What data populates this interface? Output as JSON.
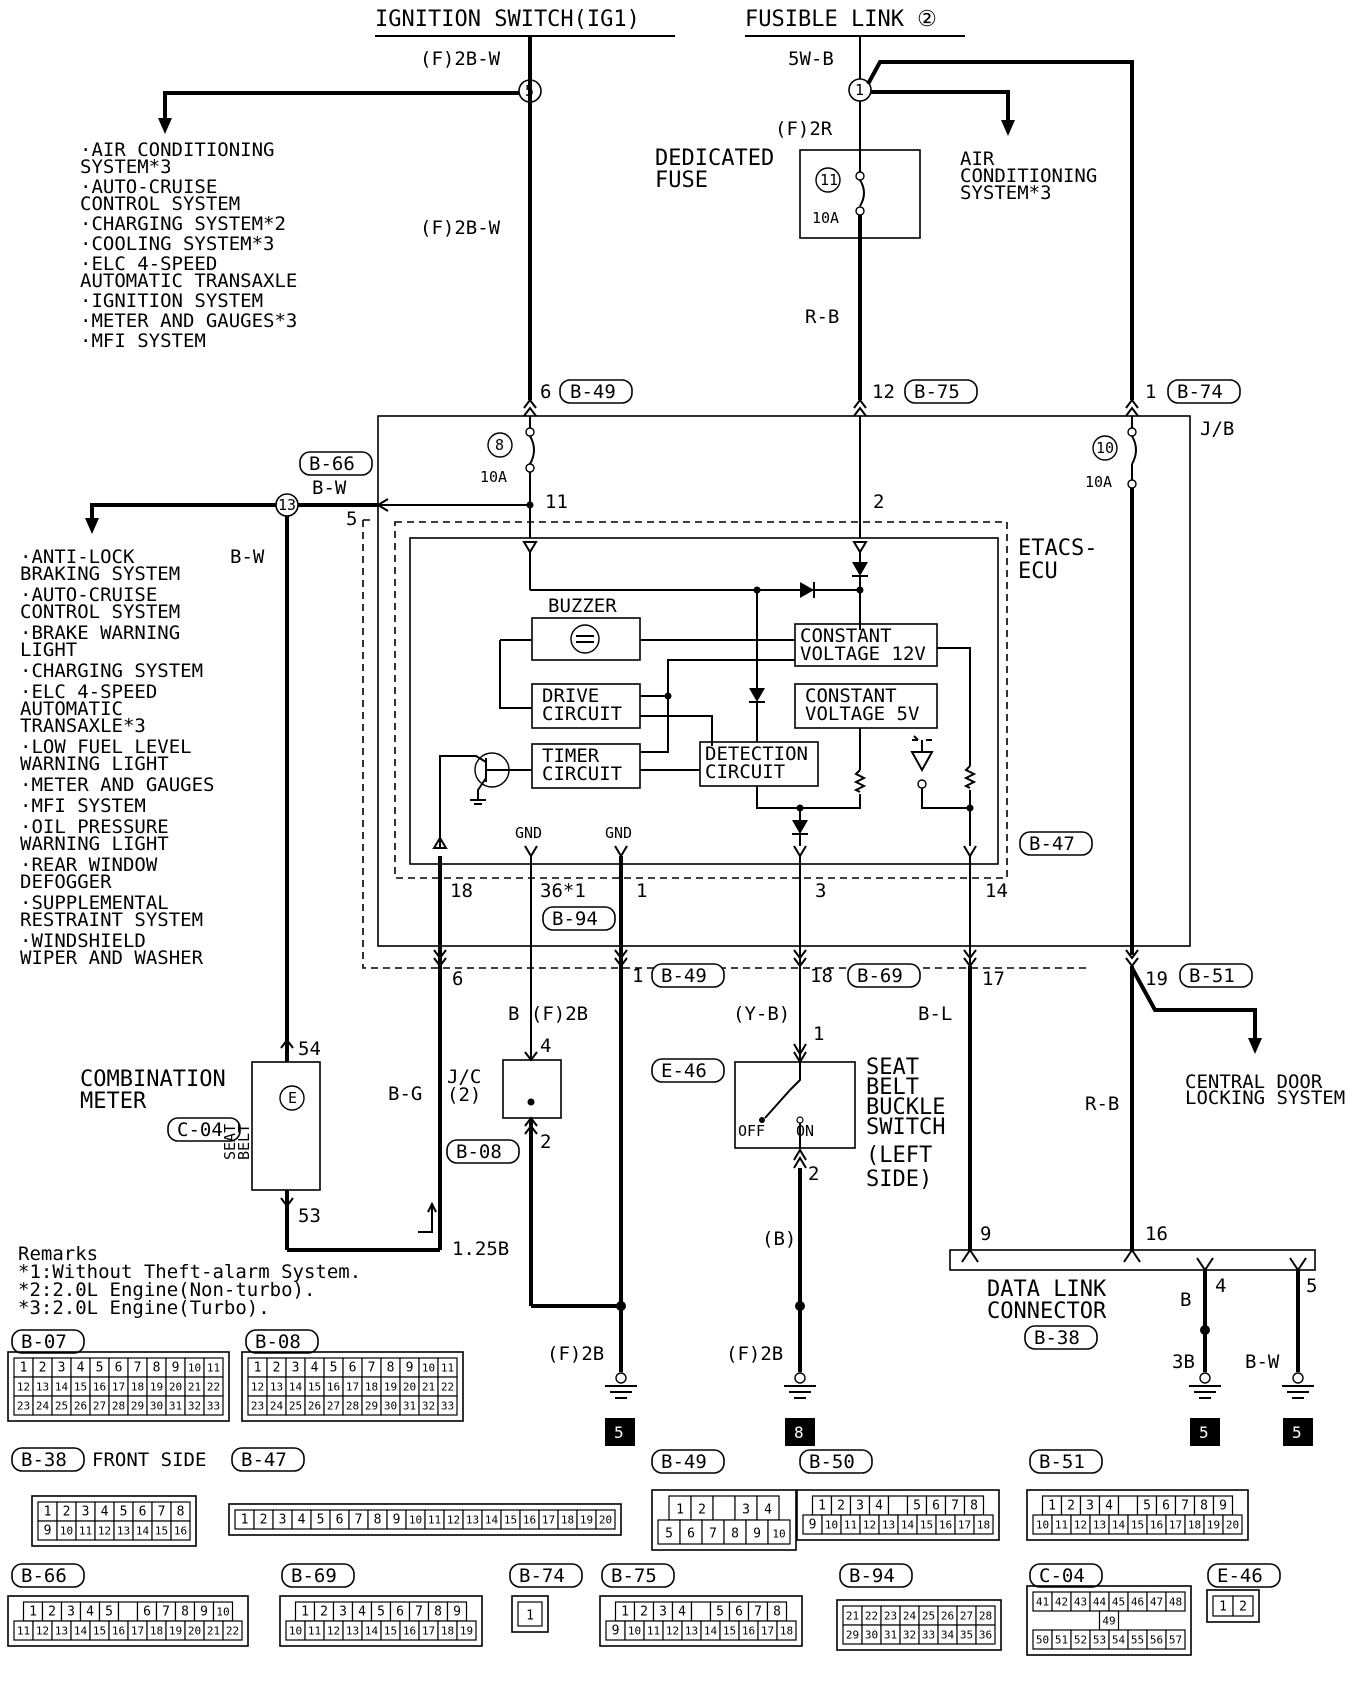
{
  "top_sources": {
    "ignition_switch": "IGNITION SWITCH(IG1)",
    "fusible_link": "FUSIBLE LINK ②"
  },
  "wires": {
    "f_2bw": "(F)2B-W",
    "f_2bw_2": "(F)2B-W",
    "w_5wb": "5W-B",
    "f_2r": "(F)2R",
    "rb": "R-B",
    "bw": "B-W",
    "bw_2": "B-W",
    "b_f2b": "B (F)2B",
    "yb": "(Y-B)",
    "bl": "B-L",
    "rb_2": "R-B",
    "bg": "B-G",
    "b125": "1.25B",
    "b_paren": "(B)",
    "f2b_a": "(F)2B",
    "f2b_b": "(F)2B",
    "b_dl": "B",
    "b3": "3B",
    "bw_dl": "B-W"
  },
  "splices": {
    "s5": "5",
    "s1": "1",
    "s13": "13"
  },
  "fuses": {
    "dedicated": {
      "label_1": "DEDICATED",
      "label_2": "FUSE",
      "num": "11",
      "amp": "10A"
    },
    "f8": {
      "num": "8",
      "amp": "10A"
    },
    "f10": {
      "num": "10",
      "amp": "10A"
    }
  },
  "left_list_1": [
    [
      "·AIR CONDITIONING",
      " SYSTEM*3"
    ],
    [
      "·AUTO-CRUISE",
      " CONTROL SYSTEM"
    ],
    [
      "·CHARGING SYSTEM*2"
    ],
    [
      "·COOLING SYSTEM*3"
    ],
    [
      "·ELC 4-SPEED",
      " AUTOMATIC TRANSAXLE"
    ],
    [
      "·IGNITION SYSTEM"
    ],
    [
      "·METER AND GAUGES*3"
    ],
    [
      "·MFI SYSTEM"
    ]
  ],
  "left_list_2": [
    [
      "·ANTI-LOCK",
      " BRAKING SYSTEM"
    ],
    [
      "·AUTO-CRUISE",
      " CONTROL SYSTEM"
    ],
    [
      "·BRAKE WARNING",
      " LIGHT"
    ],
    [
      "·CHARGING SYSTEM"
    ],
    [
      "·ELC 4-SPEED",
      " AUTOMATIC",
      " TRANSAXLE*3"
    ],
    [
      "·LOW FUEL LEVEL",
      " WARNING LIGHT"
    ],
    [
      "·METER AND GAUGES"
    ],
    [
      "·MFI SYSTEM"
    ],
    [
      "·OIL PRESSURE",
      " WARNING LIGHT"
    ],
    [
      "·REAR WINDOW",
      " DEFOGGER"
    ],
    [
      "·SUPPLEMENTAL",
      " RESTRAINT SYSTEM"
    ],
    [
      "·WINDSHIELD",
      " WIPER AND WASHER"
    ]
  ],
  "right_labels": {
    "ac_1": "AIR",
    "ac_2": "CONDITIONING",
    "ac_3": "SYSTEM*3",
    "cdl_1": "CENTRAL DOOR",
    "cdl_2": "LOCKING SYSTEM"
  },
  "jb": {
    "label": "J/B"
  },
  "ecu": {
    "label_1": "ETACS-",
    "label_2": "ECU",
    "buzzer": "BUZZER",
    "cv12_1": "CONSTANT",
    "cv12_2": "VOLTAGE 12V",
    "drive_1": "DRIVE",
    "drive_2": "CIRCUIT",
    "cv5_1": "CONSTANT",
    "cv5_2": "VOLTAGE 5V",
    "timer_1": "TIMER",
    "timer_2": "CIRCUIT",
    "detect_1": "DETECTION",
    "detect_2": "CIRCUIT",
    "gnd_1": "GND",
    "gnd_2": "GND"
  },
  "pins": {
    "p6_top": "6",
    "p12_top": "12",
    "p1_top": "1",
    "p11": "11",
    "p2": "2",
    "p5": "5",
    "p18": "18",
    "p36": "36*1",
    "p1b": "1",
    "p3": "3",
    "p14": "14",
    "p6b": "6",
    "p1c": "1",
    "p18b": "18",
    "p17": "17",
    "p19": "19",
    "p54": "54",
    "p53": "53",
    "p4": "4",
    "p2jc": "2",
    "p1sw": "1",
    "p2sw": "2",
    "p9": "9",
    "p16": "16",
    "p4dl": "4",
    "p5dl": "5"
  },
  "tags": {
    "t_b49a": "B-49",
    "t_b75": "B-75",
    "t_b74": "B-74",
    "t_b66": "B-66",
    "t_b47": "B-47",
    "t_b94": "B-94",
    "t_b49b": "B-49",
    "t_b69": "B-69",
    "t_b51": "B-51",
    "t_e46": "E-46",
    "t_c04": "C-04",
    "t_b08": "B-08",
    "t_b38": "B-38"
  },
  "components": {
    "combo_1": "COMBINATION",
    "combo_2": "METER",
    "seat_belt_1": "SEAT",
    "seat_belt_2": "BELT",
    "jc_1": "J/C",
    "jc_2": "(2)",
    "buckle_1": "SEAT",
    "buckle_2": "BELT",
    "buckle_3": "BUCKLE",
    "buckle_4": "SWITCH",
    "buckle_5": "(LEFT",
    "buckle_6": "SIDE)",
    "off": "OFF",
    "on": "ON",
    "dlc_1": "DATA LINK",
    "dlc_2": "CONNECTOR"
  },
  "grounds": {
    "g1": "5",
    "g2": "8",
    "g3": "5",
    "g4": "5"
  },
  "remarks": {
    "title": "Remarks",
    "lines": [
      "*1:Without Theft-alarm System.",
      "*2:2.0L Engine(Non-turbo).",
      "*3:2.0L Engine(Turbo)."
    ]
  },
  "connectors": {
    "b07": {
      "tag": "B-07",
      "rows": [
        [
          "1",
          "2",
          "3",
          "4",
          "5",
          "6",
          "7",
          "8",
          "9",
          "10",
          "11"
        ],
        [
          "12",
          "13",
          "14",
          "15",
          "16",
          "17",
          "18",
          "19",
          "20",
          "21",
          "22"
        ],
        [
          "23",
          "24",
          "25",
          "26",
          "27",
          "28",
          "29",
          "30",
          "31",
          "32",
          "33"
        ]
      ]
    },
    "b08": {
      "tag": "B-08",
      "rows": [
        [
          "1",
          "2",
          "3",
          "4",
          "5",
          "6",
          "7",
          "8",
          "9",
          "10",
          "11"
        ],
        [
          "12",
          "13",
          "14",
          "15",
          "16",
          "17",
          "18",
          "19",
          "20",
          "21",
          "22"
        ],
        [
          "23",
          "24",
          "25",
          "26",
          "27",
          "28",
          "29",
          "30",
          "31",
          "32",
          "33"
        ]
      ]
    },
    "b38": {
      "tag": "B-38",
      "note": "FRONT SIDE",
      "rows": [
        [
          "1",
          "2",
          "3",
          "4",
          "5",
          "6",
          "7",
          "8"
        ],
        [
          "9",
          "10",
          "11",
          "12",
          "13",
          "14",
          "15",
          "16"
        ]
      ]
    },
    "b47": {
      "tag": "B-47",
      "rows": [
        [
          "1",
          "2",
          "3",
          "4",
          "5",
          "6",
          "7",
          "8",
          "9",
          "10",
          "11",
          "12",
          "13",
          "14",
          "15",
          "16",
          "17",
          "18",
          "19",
          "20"
        ]
      ]
    },
    "b49": {
      "tag": "B-49",
      "rows": [
        [
          "1",
          "2",
          "",
          "3",
          "4"
        ],
        [
          "5",
          "6",
          "7",
          "8",
          "9",
          "10"
        ]
      ]
    },
    "b50": {
      "tag": "B-50",
      "rows": [
        [
          "1",
          "2",
          "3",
          "4",
          "",
          "5",
          "6",
          "7",
          "8"
        ],
        [
          "9",
          "10",
          "11",
          "12",
          "13",
          "14",
          "15",
          "16",
          "17",
          "18"
        ]
      ]
    },
    "b51": {
      "tag": "B-51",
      "rows": [
        [
          "1",
          "2",
          "3",
          "4",
          "",
          "5",
          "6",
          "7",
          "8",
          "9"
        ],
        [
          "10",
          "11",
          "12",
          "13",
          "14",
          "15",
          "16",
          "17",
          "18",
          "19",
          "20"
        ]
      ]
    },
    "b66": {
      "tag": "B-66",
      "rows": [
        [
          "1",
          "2",
          "3",
          "4",
          "5",
          "",
          "6",
          "7",
          "8",
          "9",
          "10"
        ],
        [
          "11",
          "12",
          "13",
          "14",
          "15",
          "16",
          "17",
          "18",
          "19",
          "20",
          "21",
          "22"
        ]
      ]
    },
    "b69": {
      "tag": "B-69",
      "rows": [
        [
          "1",
          "2",
          "3",
          "4",
          "5",
          "6",
          "7",
          "8",
          "9"
        ],
        [
          "10",
          "11",
          "12",
          "13",
          "14",
          "15",
          "16",
          "17",
          "18",
          "19"
        ]
      ]
    },
    "b74": {
      "tag": "B-74",
      "rows": [
        [
          "1"
        ]
      ]
    },
    "b75": {
      "tag": "B-75",
      "rows": [
        [
          "1",
          "2",
          "3",
          "4",
          "",
          "5",
          "6",
          "7",
          "8"
        ],
        [
          "9",
          "10",
          "11",
          "12",
          "13",
          "14",
          "15",
          "16",
          "17",
          "18"
        ]
      ]
    },
    "b94": {
      "tag": "B-94",
      "rows": [
        [
          "21",
          "22",
          "23",
          "24",
          "25",
          "26",
          "27",
          "28"
        ],
        [
          "29",
          "30",
          "31",
          "32",
          "33",
          "34",
          "35",
          "36"
        ]
      ]
    },
    "c04": {
      "tag": "C-04",
      "rows": [
        [
          "41",
          "42",
          "43",
          "44",
          "45",
          "46",
          "47",
          "48"
        ],
        [
          "49"
        ],
        [
          "50",
          "51",
          "52",
          "53",
          "54",
          "55",
          "56",
          "57"
        ]
      ]
    },
    "e46": {
      "tag": "E-46",
      "rows": [
        [
          "1",
          "2"
        ]
      ]
    }
  }
}
